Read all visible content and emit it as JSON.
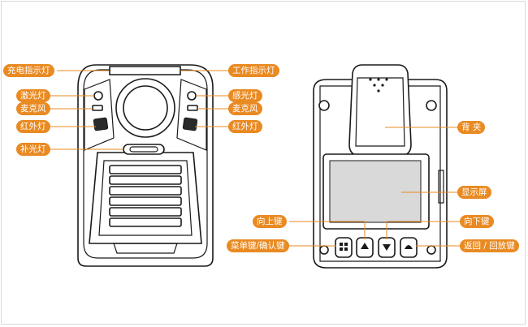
{
  "callouts": {
    "left": {
      "charge_indicator": "充电指示灯",
      "laser_light": "激光灯",
      "microphone": "麦克风",
      "infrared_light": "红外灯",
      "fill_light": "补光灯"
    },
    "front_right": {
      "work_indicator": "工作指示灯",
      "light_sensor": "感光灯",
      "microphone": "麦克风",
      "infrared_light": "红外灯"
    },
    "back": {
      "back_clip": "背 夹",
      "display": "显示屏",
      "up_key": "向上键",
      "down_key": "向下键",
      "menu_confirm_key": "菜单键/确认键",
      "return_playback_key": "返回 / 回放键"
    }
  },
  "colors": {
    "label_bg": "#e98a22",
    "label_text": "#ffffff",
    "outline": "#1a1a1a"
  },
  "icons": [
    "menu-icon",
    "up-arrow-icon",
    "down-arrow-icon",
    "return-icon"
  ]
}
